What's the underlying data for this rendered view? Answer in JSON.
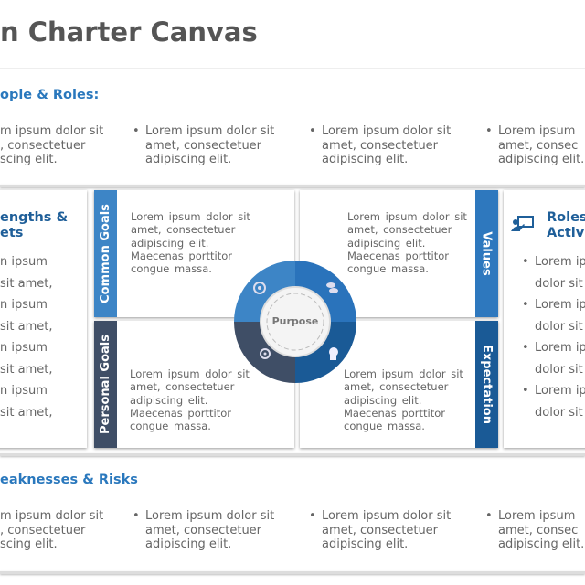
{
  "title": "n Charter Canvas",
  "people_roles": {
    "heading": "ople & Roles:",
    "items": [
      [
        "m ipsum dolor sit",
        ", consectetuer",
        "scing elit."
      ],
      [
        "Lorem ipsum dolor sit",
        "amet, consectetuer",
        "adipiscing elit."
      ],
      [
        "Lorem ipsum dolor sit",
        "amet, consectetuer",
        "adipiscing elit."
      ],
      [
        "Lorem ipsum",
        "amet, consec",
        "adipiscing elit."
      ]
    ]
  },
  "strengths": {
    "heading_line1": "engths &",
    "heading_line2": "ets",
    "lines": [
      "n ipsum",
      "sit amet,",
      "n ipsum",
      "sit amet,",
      "n ipsum",
      "sit amet,",
      "n ipsum",
      "sit amet,"
    ]
  },
  "quadrants": {
    "common_goals": {
      "label": "Common Goals",
      "text": "Lorem ipsum dolor sit\namet, consectetuer\nadipiscing elit.\nMaecenas porttitor\ncongue massa."
    },
    "personal_goals": {
      "label": "Personal Goals",
      "text": "Lorem ipsum dolor sit\namet, consectetuer\nadipiscing elit.\nMaecenas porttitor\ncongue massa."
    },
    "values": {
      "label": "Values",
      "text": "Lorem ipsum dolor sit\namet, consectetuer\nadipiscing elit.\nMaecenas porttitor\ncongue massa."
    },
    "expectation": {
      "label": "Expectation",
      "text": "Lorem ipsum dolor sit\namet, consectetuer\nadipiscing elit.\nMaecenas porttitor\ncongue massa."
    }
  },
  "center": {
    "label": "Purpose"
  },
  "roles": {
    "heading_line1": "Roles",
    "heading_line2": "Activi",
    "items": [
      [
        "Lorem ip",
        "dolor sit"
      ],
      [
        "Lorem ip",
        "dolor sit"
      ],
      [
        "Lorem ip",
        "dolor sit"
      ],
      [
        "Lorem ip",
        "dolor sit"
      ]
    ]
  },
  "weaknesses": {
    "heading": "eaknesses & Risks",
    "items": [
      [
        "m ipsum dolor sit",
        ", consectetuer",
        "scing elit."
      ],
      [
        "Lorem ipsum dolor sit",
        "amet, consectetuer",
        "adipiscing elit."
      ],
      [
        "Lorem ipsum dolor sit",
        "amet, consectetuer",
        "adipiscing elit."
      ],
      [
        "Lorem ipsum",
        "amet, consec",
        "adipiscing elit."
      ]
    ]
  },
  "colors": {
    "accent": "#2a78bd",
    "common": "#3d85c6",
    "personal": "#3f4e66",
    "values": "#2e78be",
    "expectation": "#1a5a96"
  }
}
